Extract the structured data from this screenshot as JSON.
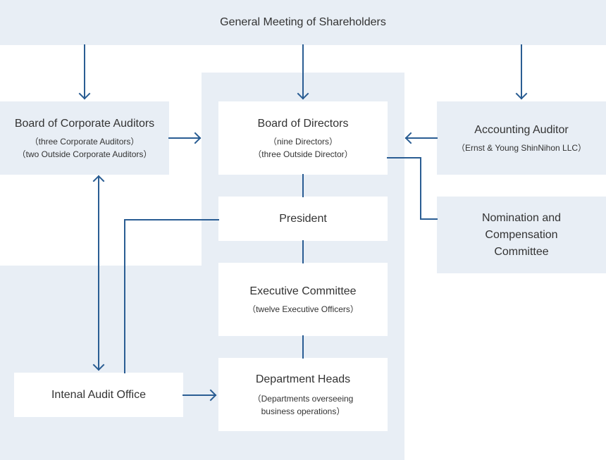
{
  "colors": {
    "page_background": "#ffffff",
    "panel_background": "#e8eef5",
    "box_background": "#ffffff",
    "connector": "#2a5d93",
    "text": "#333333"
  },
  "nodes": {
    "shareholders": {
      "title": "General Meeting of Shareholders"
    },
    "corporate_auditors": {
      "title": "Board of Corporate Auditors",
      "sub1": "（three Corporate Auditors）",
      "sub2": "（two Outside Corporate Auditors）"
    },
    "board_of_directors": {
      "title": "Board of Directors",
      "sub1": "（nine Directors）",
      "sub2": "（three Outside Director）"
    },
    "accounting_auditor": {
      "title": "Accounting Auditor",
      "sub1": "（Ernst & Young ShinNihon LLC）"
    },
    "nomination_committee": {
      "title": "Nomination and\nCompensation\nCommittee"
    },
    "president": {
      "title": "President"
    },
    "executive_committee": {
      "title": "Executive Committee",
      "sub1": "（twelve Executive Officers）"
    },
    "internal_audit": {
      "title": "Intenal Audit Office"
    },
    "department_heads": {
      "title": "Department Heads",
      "sub1": "（Departments overseeing",
      "sub2": "business operations）"
    }
  }
}
